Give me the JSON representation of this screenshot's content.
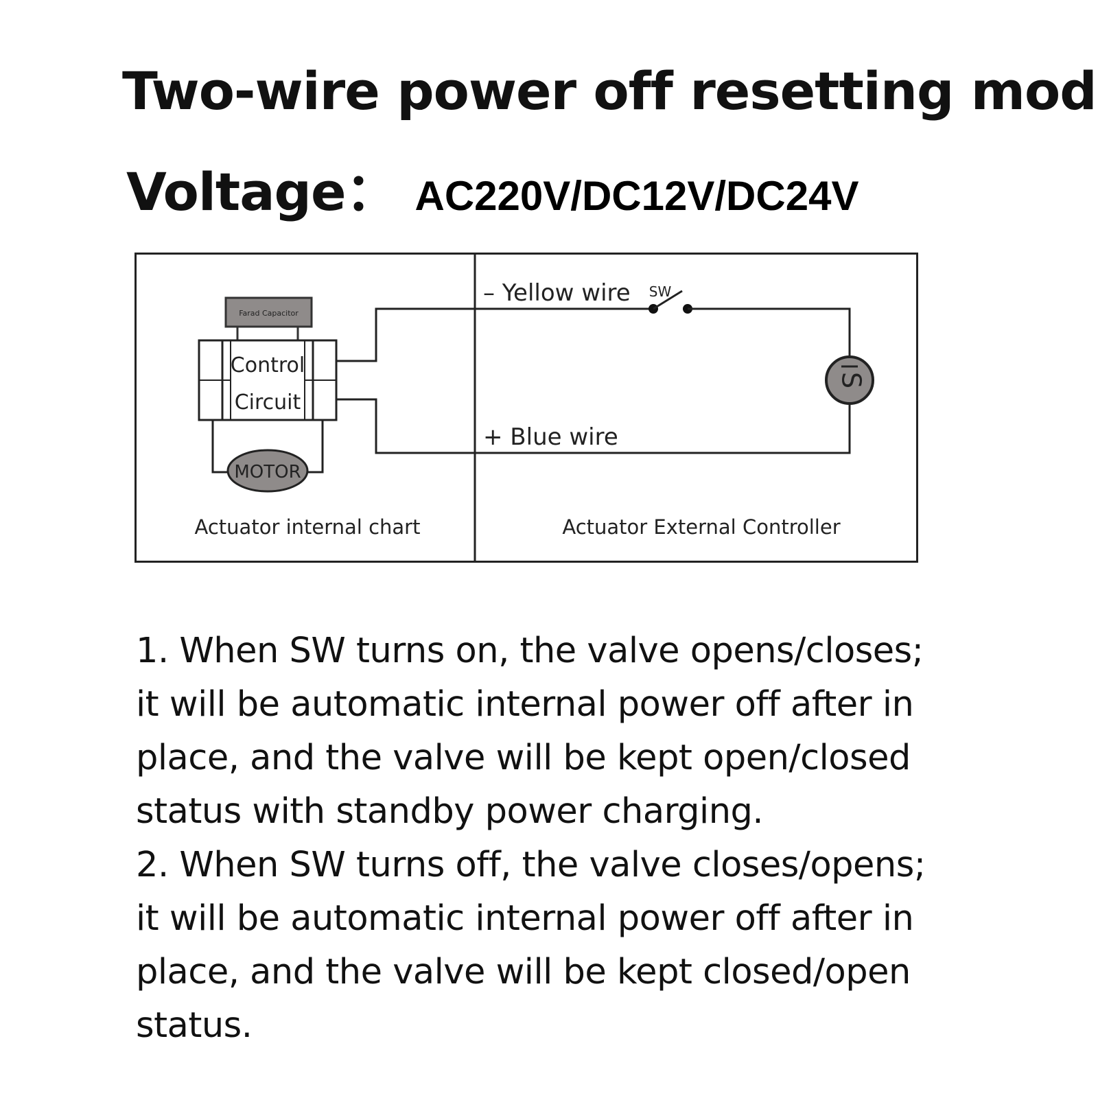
{
  "header": {
    "title": "Two-wire power off resetting mode",
    "voltage_label": "Voltage：",
    "voltage_value": "AC220V/DC12V/DC24V"
  },
  "diagram": {
    "capacitor_label": "Farad Capacitor",
    "control_label": "Control",
    "circuit_label": "Circuit",
    "motor_label": "MOTOR",
    "internal_caption": "Actuator internal chart",
    "external_caption": "Actuator External Controller",
    "yellow_wire_label": "– Yellow wire",
    "switch_label": "SW",
    "blue_wire_label": "+ Blue wire",
    "load_label": "S"
  },
  "description": {
    "item1": "1. When SW turns on, the valve opens/closes; it will be automatic internal power off after in place, and the valve will be kept open/closed status with standby power charging.",
    "item2": "2. When SW turns off, the valve closes/opens; it will be automatic internal power off after in place, and the valve will be kept closed/open status."
  }
}
